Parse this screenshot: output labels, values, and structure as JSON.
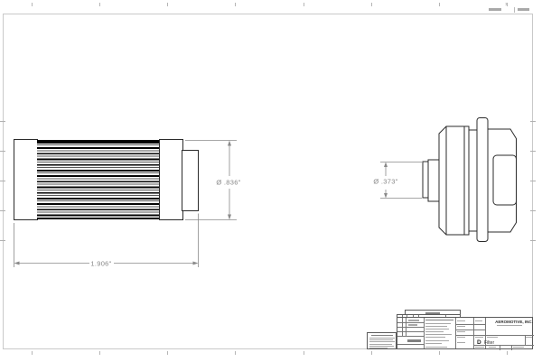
{
  "colors": {
    "outline": "#2b2b2b",
    "dimension_gray": "#8a8a8a",
    "frame_gray": "#c9c9c9"
  },
  "views": {
    "side": {
      "length_dim": "1.906\"",
      "diameter_dim": "Ø .836\""
    },
    "end": {
      "port_diameter_dim": "Ø .373\""
    }
  },
  "title_block": {
    "company": "AEROMOTIVE, INC.",
    "size": "D",
    "title": "Filter"
  },
  "corner": {
    "zone": "1"
  }
}
